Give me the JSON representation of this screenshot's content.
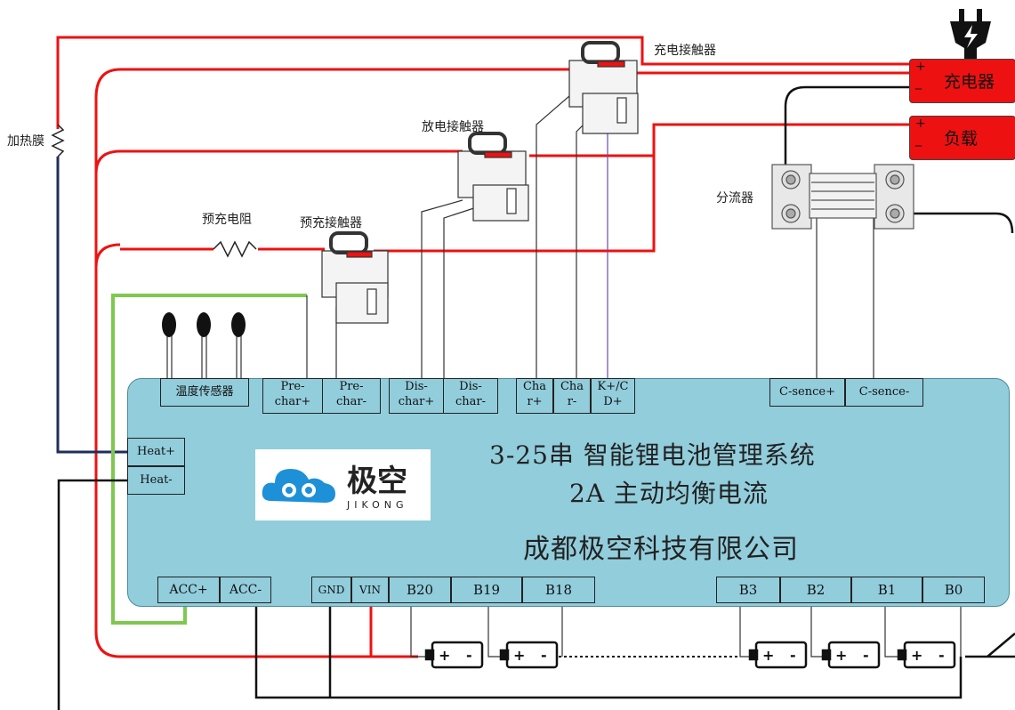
{
  "labels": {
    "heating_film": "加热膜",
    "precharge_resistor": "预充电阻",
    "precharge_contactor": "预充接触器",
    "discharge_contactor": "放电接触器",
    "charge_contactor": "充电接触器",
    "shunt": "分流器"
  },
  "charger": {
    "plus": "+",
    "minus": "_",
    "name": "充电器"
  },
  "load": {
    "plus": "+",
    "minus": "_",
    "name": "负载"
  },
  "board": {
    "title_line1": "3-25串 智能锂电池管理系统",
    "title_line2": "2A 主动均衡电流",
    "company": "成都极空科技有限公司",
    "logo_cn": "极空",
    "logo_en": "JIKONG"
  },
  "top_ports": {
    "temp_sensor": "温度传感器",
    "prechar_plus": "Pre-\nchar+",
    "prechar_minus": "Pre-\nchar-",
    "dischar_plus": "Dis-\nchar+",
    "dischar_minus": "Dis-\nchar-",
    "char_plus": "Cha\nr+",
    "char_minus": "Cha\nr-",
    "kd": "K+/C\nD+",
    "csense_plus": "C-sence+",
    "csense_minus": "C-sence-"
  },
  "left_ports": {
    "heat_plus": "Heat+",
    "heat_minus": "Heat-"
  },
  "bottom_ports": {
    "acc_plus": "ACC+",
    "acc_minus": "ACC-",
    "gnd": "GND",
    "vin": "VIN",
    "b20": "B20",
    "b19": "B19",
    "b18": "B18",
    "b3": "B3",
    "b2": "B2",
    "b1": "B1",
    "b0": "B0"
  },
  "battery": {
    "plus": "+",
    "minus": "-"
  }
}
